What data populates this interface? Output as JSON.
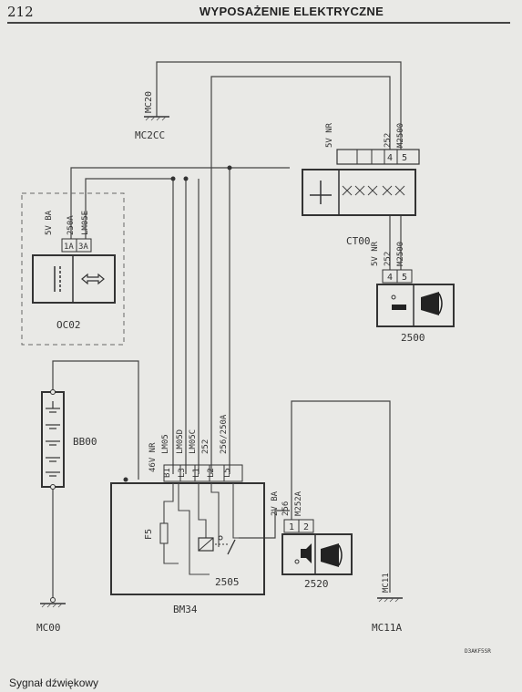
{
  "header": {
    "page_number": "212",
    "title": "WYPOSAŻENIE ELEKTRYCZNE"
  },
  "caption": "Sygnał dźwiękowy",
  "ref_code": "D3AKF5SR",
  "components": {
    "mc20_top": "MC20",
    "mc2cc": "MC2CC",
    "ct00": "CT00",
    "oc02": "OC02",
    "c2500": "2500",
    "bb00": "BB00",
    "bm34": "BM34",
    "c2505": "2505",
    "f5": "F5",
    "c2520": "2520",
    "mc00": "MC00",
    "mc11_top": "MC11",
    "mc11a": "MC11A"
  },
  "labels": {
    "ct00_5v_nr": "5V NR",
    "ct00_252": "252",
    "ct00_m2500": "M2500",
    "ct00_pin4": "4",
    "ct00_pin5": "5",
    "oc02_5v_ba": "5V BA",
    "oc02_250a": "250A",
    "oc02_lm05e": "LM05E",
    "oc02_pin1a": "1A",
    "oc02_pin3a": "3A",
    "c2500_5v_nr": "5V NR",
    "c2500_252": "252",
    "c2500_m2500": "M2500",
    "c2500_pin4": "4",
    "c2500_pin5": "5",
    "bm34_46v_nr": "46V NR",
    "bm34_lm05": "LM05",
    "bm34_lm05d": "LM05D",
    "bm34_lm05c": "LM05C",
    "bm34_252": "252",
    "bm34_256_250a": "256/250A",
    "bm34_pins": [
      "B1",
      "L3",
      "L1",
      "L2",
      "L5"
    ],
    "c2520_2v_ba": "2V BA",
    "c2520_256": "256",
    "c2520_m252a": "M252A",
    "c2520_pin1": "1",
    "c2520_pin2": "2"
  }
}
